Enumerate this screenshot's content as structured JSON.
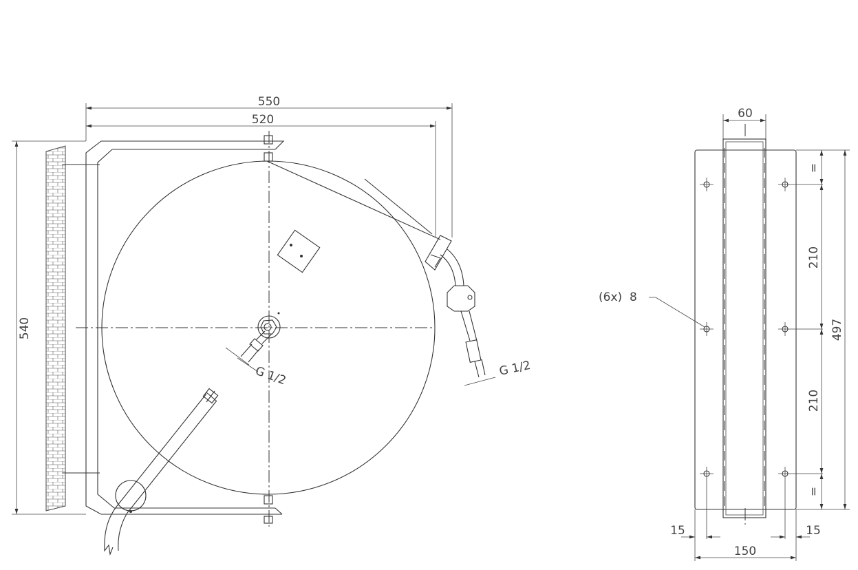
{
  "front_view": {
    "dim_overall_width": "550",
    "dim_frame_width": "520",
    "dim_height": "540",
    "thread_inlet": "G 1/2",
    "thread_outlet": "G 1/2"
  },
  "side_view": {
    "dim_channel_width": "60",
    "dim_total_height": "497",
    "dim_hole_spacing_upper": "210",
    "dim_hole_spacing_lower": "210",
    "equal_mark_top": "=",
    "equal_mark_bottom": "=",
    "hole_callout": "(6x)  8",
    "dim_edge_left": "15",
    "dim_edge_right": "15",
    "dim_plate_width": "150"
  }
}
